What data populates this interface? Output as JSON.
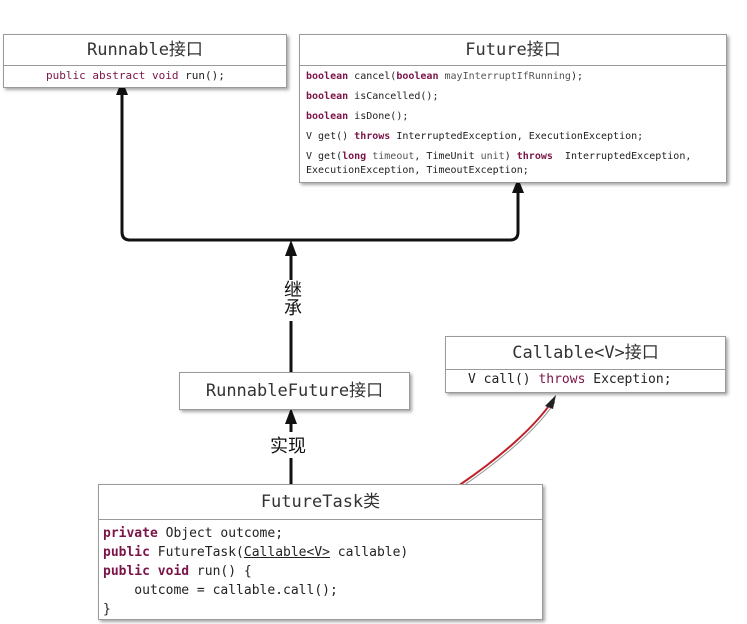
{
  "runnable": {
    "title": "Runnable接口",
    "method": {
      "kw": "public abstract void",
      "rest": " run();"
    }
  },
  "future": {
    "title": "Future接口",
    "lines": [
      {
        "kw": "boolean",
        "a": " cancel(",
        "kw2": "boolean",
        "b": " ",
        "param": "mayInterruptIfRunning",
        "c": ");"
      },
      {
        "kw": "boolean",
        "a": " isCancelled();"
      },
      {
        "kw": "boolean",
        "a": " isDone();"
      },
      {
        "a": "V get() ",
        "kw": "throws",
        "b": " InterruptedException, ExecutionException;"
      },
      {
        "a": "V get(",
        "kw": "long",
        "param": " timeout",
        "b": ", TimeUnit ",
        "param2": "unit",
        "c": ") ",
        "kw2": "throws",
        "d": "  InterruptedException,"
      },
      {
        "a": "ExecutionException, TimeoutException;"
      }
    ]
  },
  "labels": {
    "inherit": "继承",
    "implement": "实现"
  },
  "runnable_future": {
    "title": "RunnableFuture接口"
  },
  "callable": {
    "title": "Callable<V>接口",
    "method": {
      "a": "V call() ",
      "kw": "throws",
      "b": " Exception;"
    }
  },
  "future_task": {
    "title": "FutureTask类",
    "lines": [
      {
        "kw": "private",
        "a": " Object outcome;"
      },
      {
        "kw": "public",
        "a": " FutureTask(",
        "u": "Callable<V>",
        "b": " callable)"
      },
      {
        "kw": "public void",
        "a": " run() {"
      },
      {
        "a": "    outcome = callable.call();"
      },
      {
        "a": "}"
      }
    ]
  },
  "colors": {
    "curve": "#c0202a",
    "keyword": "#7b1448"
  }
}
